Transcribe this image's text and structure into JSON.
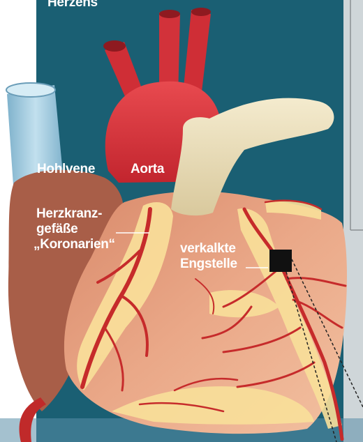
{
  "header": {
    "title_fragment": "Herzens"
  },
  "labels": {
    "hohlvene": "Hohlvene",
    "aorta": "Aorta",
    "koronarien": [
      "Herzkranz-",
      "gefäße",
      "„Koronarien“"
    ],
    "engstelle": [
      "verkalkte",
      "Engstelle"
    ]
  },
  "colors": {
    "background_teal": "#1a5f73",
    "heart_muscle": "#e9a583",
    "aorta_red": "#d8323c",
    "artery_red": "#c62b2b",
    "fat_yellow": "#f9e09a",
    "vein_blue": "#a8cee0",
    "pulmonary_beige": "#ede2c0",
    "atrium_brown": "#a85e48",
    "marker_black": "#111111"
  },
  "icons": {
    "stenosis_marker": "black-square-icon"
  }
}
